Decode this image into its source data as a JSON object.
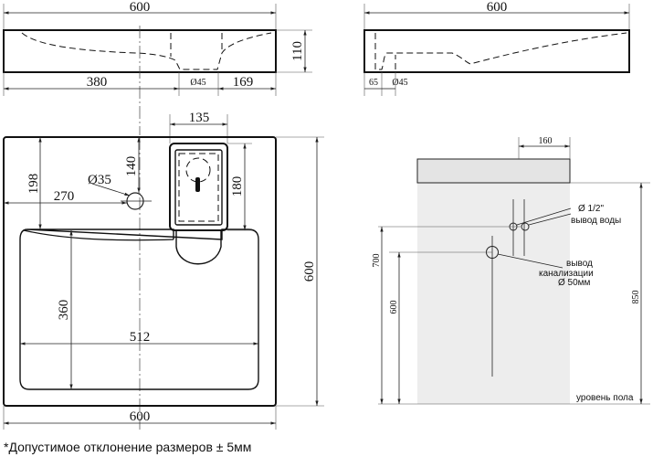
{
  "views": {
    "top_width": "600",
    "top_height": "110",
    "top_left": "380",
    "top_drain": "Ø45",
    "top_right": "169",
    "side_width": "600",
    "side_left": "65",
    "side_drain": "Ø45"
  },
  "plan": {
    "faucet_box_width": "135",
    "faucet_offset": "140",
    "overflow_height": "198",
    "overflow_diameter": "Ø35",
    "overflow_offset": "270",
    "box_height": "180",
    "bowl_depth": "360",
    "bowl_width": "512",
    "total_depth": "600",
    "total_width": "600"
  },
  "install": {
    "cabinet_width": "160",
    "water_pipe": "Ø 1/2\"",
    "water_label": "вывод воды",
    "drain_label_1": "вывод",
    "drain_label_2": "канализации",
    "drain_diameter": "Ø 50мм",
    "height_700": "700",
    "height_600": "600",
    "height_850": "850",
    "floor_label": "уровень пола"
  },
  "footer": {
    "tolerance_note": "*Допустимое отклонение размеров ± 5мм"
  }
}
